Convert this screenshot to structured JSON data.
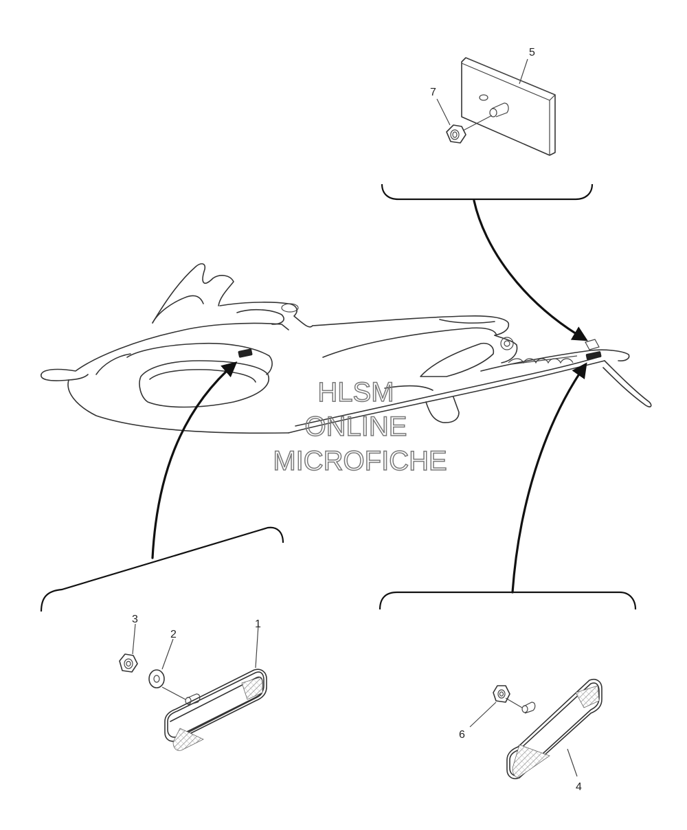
{
  "callouts": {
    "p1": "1",
    "p2": "2",
    "p3": "3",
    "p4": "4",
    "p5": "5",
    "p6": "6",
    "p7": "7"
  },
  "watermark": {
    "line1": "HLSM",
    "line2": "ONLINE",
    "line3": "MICROFICHE"
  }
}
